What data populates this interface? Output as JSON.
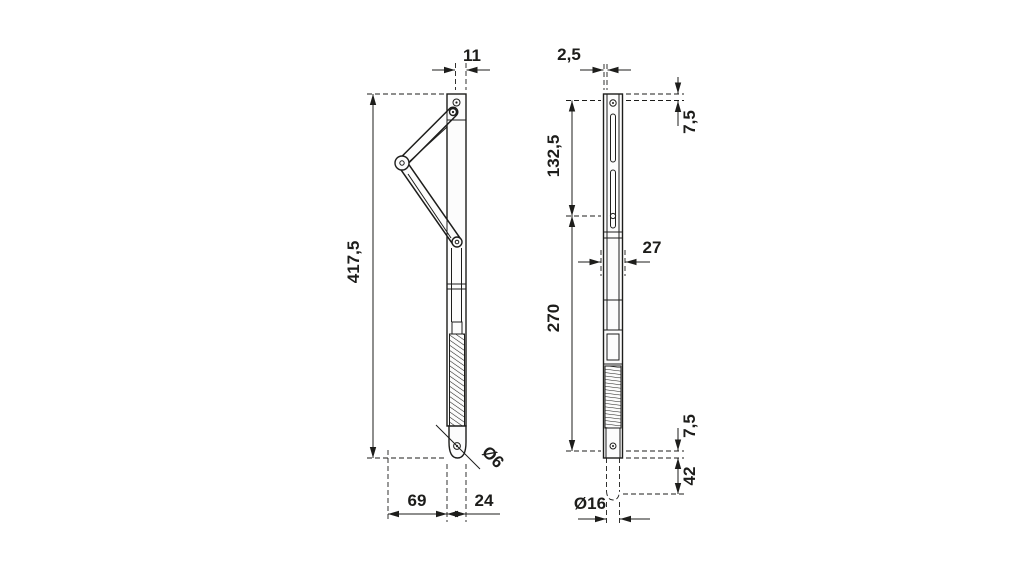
{
  "document": {
    "type": "technical-drawing",
    "background": "#ffffff",
    "line_color": "#1d1d1b"
  },
  "dims": {
    "side": {
      "top_width": "11",
      "overall_height": "417,5",
      "foot_offset": "69",
      "profile_depth": "24",
      "hole_diameter": "Ø6"
    },
    "front": {
      "top_offset": "2,5",
      "top_hole_inset": "7,5",
      "upper_section": "132,5",
      "profile_width": "27",
      "lower_section": "270",
      "bottom_hole_inset": "7,5",
      "pin_length": "42",
      "pin_diameter": "Ø16"
    }
  }
}
